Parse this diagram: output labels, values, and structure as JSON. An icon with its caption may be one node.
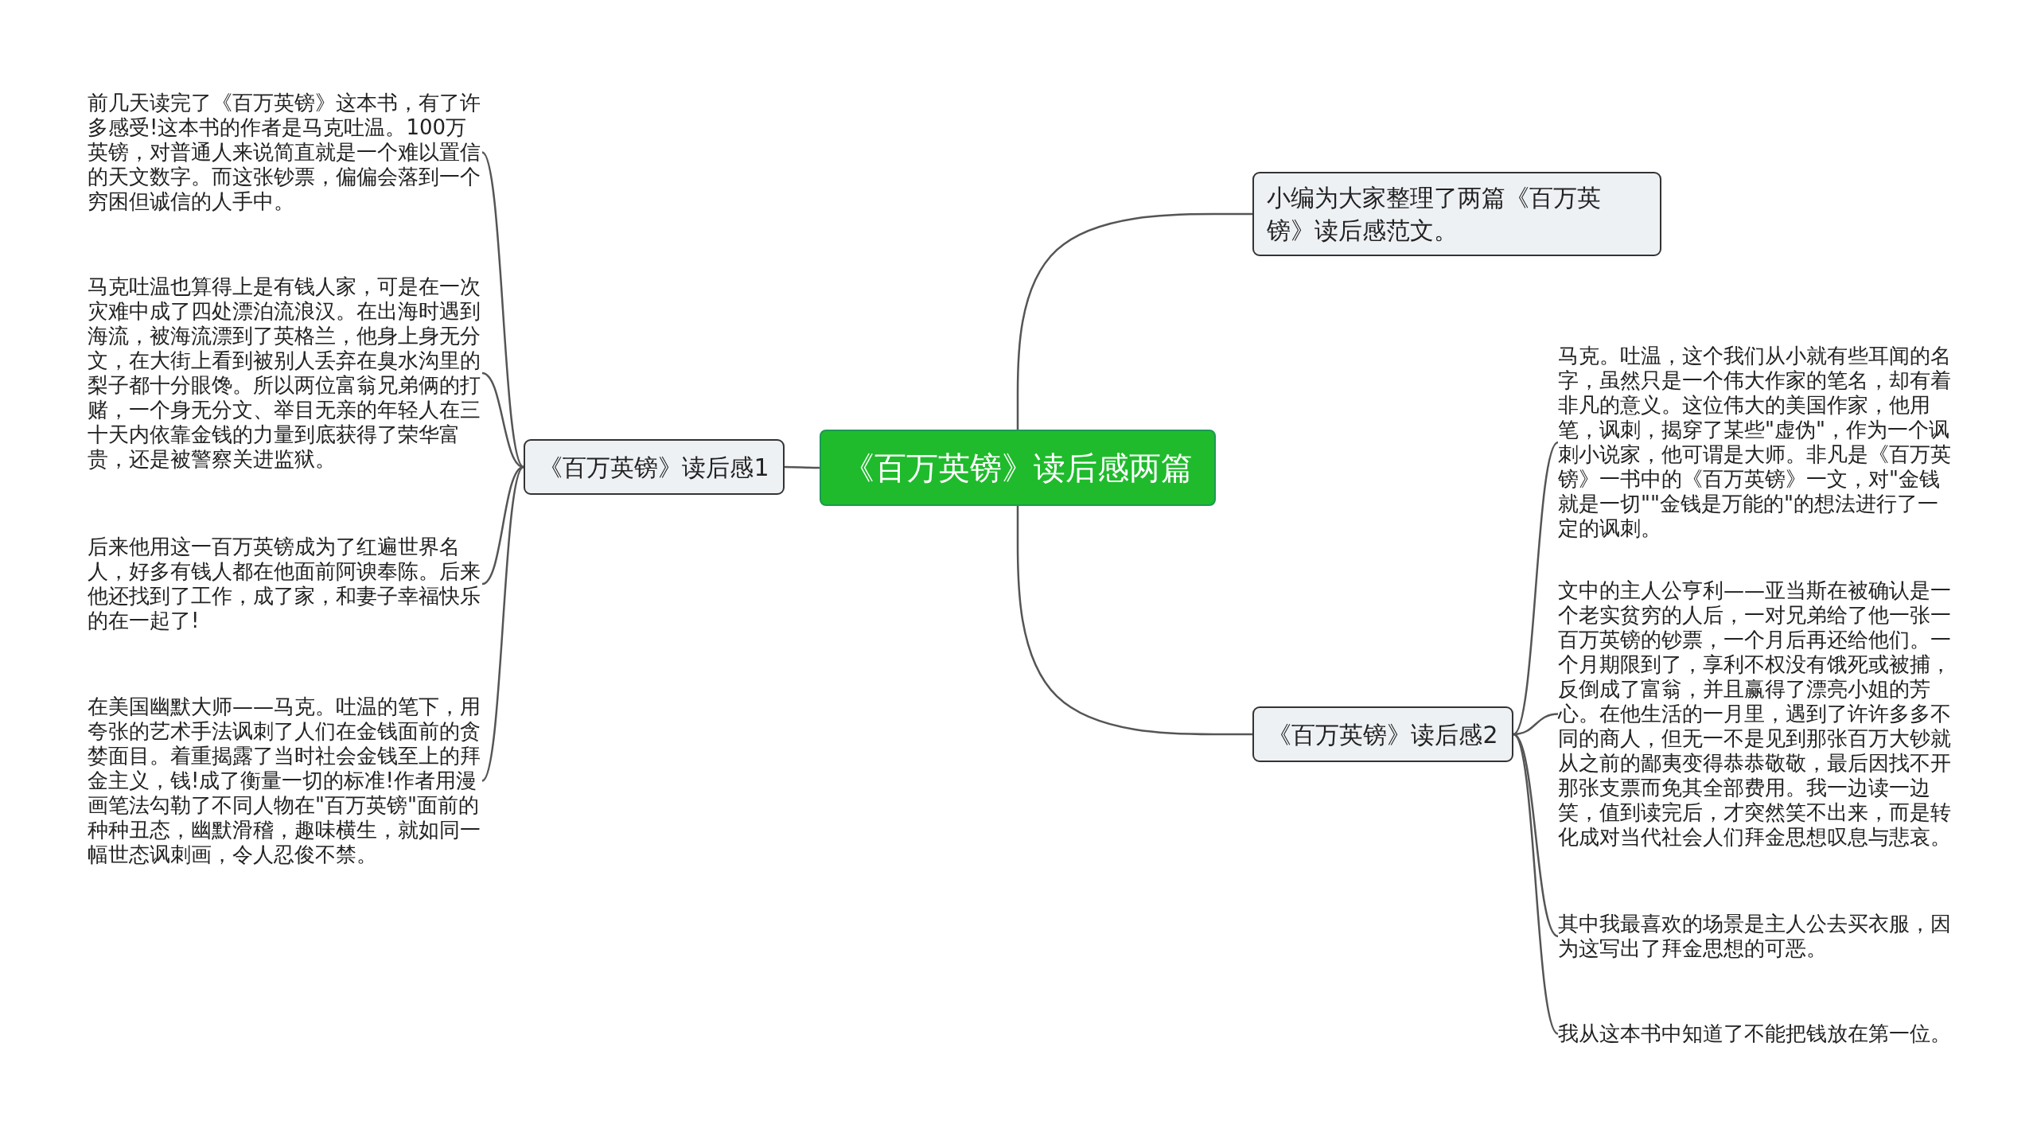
{
  "diagram": {
    "nodes": [
      {
        "text": [
          "《百万英镑》读后感两篇"
        ]
      },
      {
        "text": [
          "小编为大家整理了两篇《百万英镑》读后感范文。"
        ]
      },
      {
        "text": [
          "《百万英镑》读后感1"
        ]
      },
      {
        "text": [
          "前几天读完了《百万英镑》这本书，有了许多感受!这本书的作者是马克吐温。100万英镑，对普通人来说简直就是一个难以置信的天文数字。而这张钞票，偏偏会落到一个穷困但诚信的人手中。"
        ]
      },
      {
        "text": [
          "马克吐温也算得上是有钱人家，可是在一次灾难中成了四处漂泊流浪汉。在出海时遇到海流，被海流漂到了英格兰，他身上身无分文，在大街上看到被别人丢弃在臭水沟里的梨子都十分眼馋。所以两位富翁兄弟俩的打赌，一个身无分文、举目无亲的年轻人在三十天内依靠金钱的力量到底获得了荣华富贵，还是被警察关进监狱。"
        ]
      },
      {
        "text": [
          "后来他用这一百万英镑成为了红遍世界名人，好多有钱人都在他面前阿谀奉陈。后来他还找到了工作，成了家，和妻子幸福快乐的在一起了!"
        ]
      },
      {
        "text": [
          "在美国幽默大师——马克。吐温的笔下，用夸张的艺术手法讽刺了人们在金钱面前的贪婪面目。着重揭露了当时社会金钱至上的拜金主义，钱!成了衡量一切的标准!作者用漫画笔法勾勒了不同人物在\"百万英镑\"面前的种种丑态，幽默滑稽，趣味横生，就如同一幅世态讽刺画，令人忍俊不禁。"
        ]
      },
      {
        "text": [
          "《百万英镑》读后感2"
        ]
      },
      {
        "text": [
          "马克。吐温，这个我们从小就有些耳闻的名字，虽然只是一个伟大作家的笔名，却有着非凡的意义。这位伟大的美国作家，他用笔，讽刺，揭穿了某些\"虚伪\"，作为一个讽刺小说家，他可谓是大师。非凡是《百万英镑》一书中的《百万英镑》一文，对\"金钱就是一切\"\"金钱是万能的\"的想法进行了一定的讽刺。"
        ]
      },
      {
        "text": [
          "文中的主人公亨利——亚当斯在被确认是一个老实贫穷的人后，一对兄弟给了他一张一百万英镑的钞票，一个月后再还给他们。一个月期限到了，享利不权没有饿死或被捕，反倒成了富翁，并且赢得了漂亮小姐的芳心。在他生活的一月里，遇到了许许多多不同的商人，但无一不是见到那张百万大钞就从之前的鄙夷变得恭恭敬敬，最后因找不开那张支票而免其全部费用。我一边读一边笑，值到读完后，才突然笑不出来，而是转化成对当代社会人们拜金思想叹息与悲哀。"
        ]
      },
      {
        "text": [
          "其中我最喜欢的场景是主人公去买衣服，因为这写出了拜金思想的可恶。"
        ]
      },
      {
        "text": [
          "我从这本书中知道了不能把钱放在第一位。"
        ]
      }
    ],
    "edges": [
      {
        "from": 0,
        "to": 1,
        "arrow": "none"
      },
      {
        "from": 0,
        "to": 2,
        "arrow": "none"
      },
      {
        "from": 0,
        "to": 7,
        "arrow": "none"
      },
      {
        "from": 2,
        "to": 3,
        "arrow": "none"
      },
      {
        "from": 2,
        "to": 4,
        "arrow": "none"
      },
      {
        "from": 2,
        "to": 5,
        "arrow": "none"
      },
      {
        "from": 2,
        "to": 6,
        "arrow": "none"
      },
      {
        "from": 7,
        "to": 8,
        "arrow": "none"
      },
      {
        "from": 7,
        "to": 9,
        "arrow": "none"
      },
      {
        "from": 7,
        "to": 10,
        "arrow": "none"
      },
      {
        "from": 7,
        "to": 11,
        "arrow": "none"
      }
    ]
  }
}
